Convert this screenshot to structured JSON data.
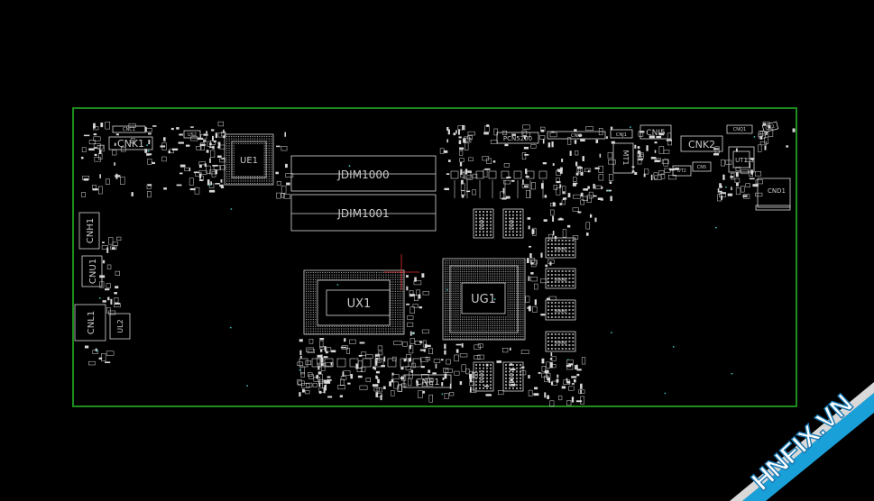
{
  "board": {
    "labels": {
      "cnk1": "CNK1",
      "cnk2": "CNK2",
      "cni5": "CNI5",
      "cnh1": "CNH1",
      "cnu1": "CNU1",
      "cnl1": "CNL1",
      "ul2": "UL2",
      "ue1": "UE1",
      "jdim1000": "JDIM1000",
      "jdim1001": "JDIM1001",
      "ux1": "UX1",
      "ug1": "UG1",
      "cne1": "CNE1",
      "pcn5200": "PCN5200",
      "mt1": "MT1",
      "ut1": "UT1",
      "cnd1": "CND1",
      "ut2": "UT2",
      "cn5": "CN5",
      "cni2": "CNI2",
      "cnj1": "CNJ1",
      "cnq1": "CNQ1",
      "cnc1": "CNC1",
      "us2": "US2",
      "cn2": "CN2",
      "vram_left": [
        "VRAM2",
        "VRAM1",
        "VRAM8",
        "VRAM7"
      ],
      "vram_right": [
        "VRAM5",
        "VRAM6",
        "VRAM3",
        "VRAM4"
      ]
    },
    "colors": {
      "outline": "#1e8c1e",
      "silk": "#d8d8d8",
      "background": "#000000"
    }
  },
  "watermark": {
    "text": "HNFIX.VN",
    "icon": "hnfix-logo-icon"
  }
}
